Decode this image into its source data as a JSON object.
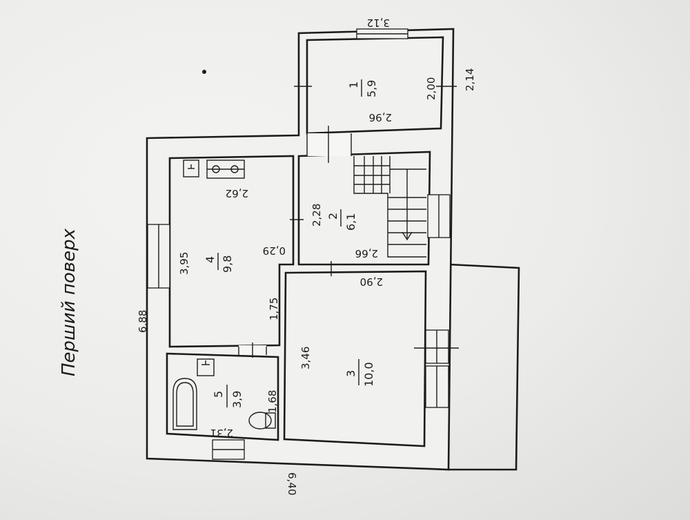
{
  "title": "Перший поверх",
  "dimensions": {
    "overall_width_bottom": "6,40",
    "overall_depth_left": "6,88",
    "annex_width_top": "3,12",
    "annex_side": "2,14",
    "room4_width": "2,62",
    "room4_depth": "3,95",
    "room4_notch": "0,29",
    "corridor_depth": "1,75",
    "room2_width": "2,66",
    "room2_depth": "2,28",
    "room3_width": "2,90",
    "room3_depth": "3,46",
    "room5_width": "2,31",
    "room5_depth": "1,68",
    "room1_width": "2,96",
    "room1_depth": "2,00"
  },
  "rooms": [
    {
      "number": "1",
      "area": "5,9"
    },
    {
      "number": "2",
      "area": "6,1"
    },
    {
      "number": "3",
      "area": "10,0"
    },
    {
      "number": "4",
      "area": "9,8"
    },
    {
      "number": "5",
      "area": "3,9"
    }
  ]
}
